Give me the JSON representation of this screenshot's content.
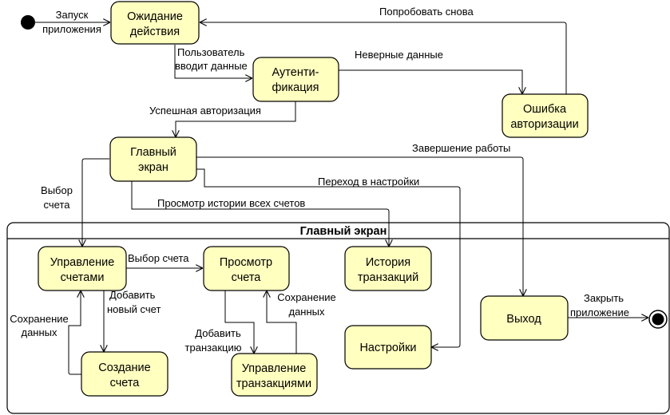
{
  "states": {
    "waiting": [
      "Ожидание",
      "действия"
    ],
    "auth": [
      "Аутенти-",
      "фикация"
    ],
    "auth_error": [
      "Ошибка",
      "авторизации"
    ],
    "main_screen": [
      "Главный",
      "экран"
    ],
    "account_mgmt": [
      "Управление",
      "счетами"
    ],
    "account_view": [
      "Просмотр",
      "счета"
    ],
    "history": [
      "История",
      "транзакций"
    ],
    "create_account": [
      "Создание",
      "счета"
    ],
    "transaction_mgmt": [
      "Управление",
      "транзакциями"
    ],
    "settings": [
      "Настройки"
    ],
    "exit": [
      "Выход"
    ]
  },
  "composite_title": "Главный экран",
  "transitions": {
    "app_start": [
      "Запуск",
      "приложения"
    ],
    "retry": [
      "Попробовать снова"
    ],
    "user_enters_data": [
      "Пользователь",
      "вводит данные"
    ],
    "invalid_data": [
      "Неверные данные"
    ],
    "auth_success": [
      "Успешная авторизация"
    ],
    "shutdown": [
      "Завершение работы"
    ],
    "to_settings": [
      "Переход в настройки"
    ],
    "view_all_history": [
      "Просмотр истории всех счетов"
    ],
    "select_account_outer": [
      "Выбор",
      "счета"
    ],
    "select_account_inner": [
      "Выбор счета"
    ],
    "add_new_account": [
      "Добавить",
      "новый счет"
    ],
    "save_data_left": [
      "Сохранение",
      "данных"
    ],
    "add_transaction": [
      "Добавить",
      "транзакцию"
    ],
    "save_data_right": [
      "Сохранение",
      "данных"
    ],
    "close_app": [
      "Закрыть",
      "приложение"
    ]
  },
  "colors": {
    "state_fill": "#ffffc0",
    "stroke": "#000000"
  }
}
